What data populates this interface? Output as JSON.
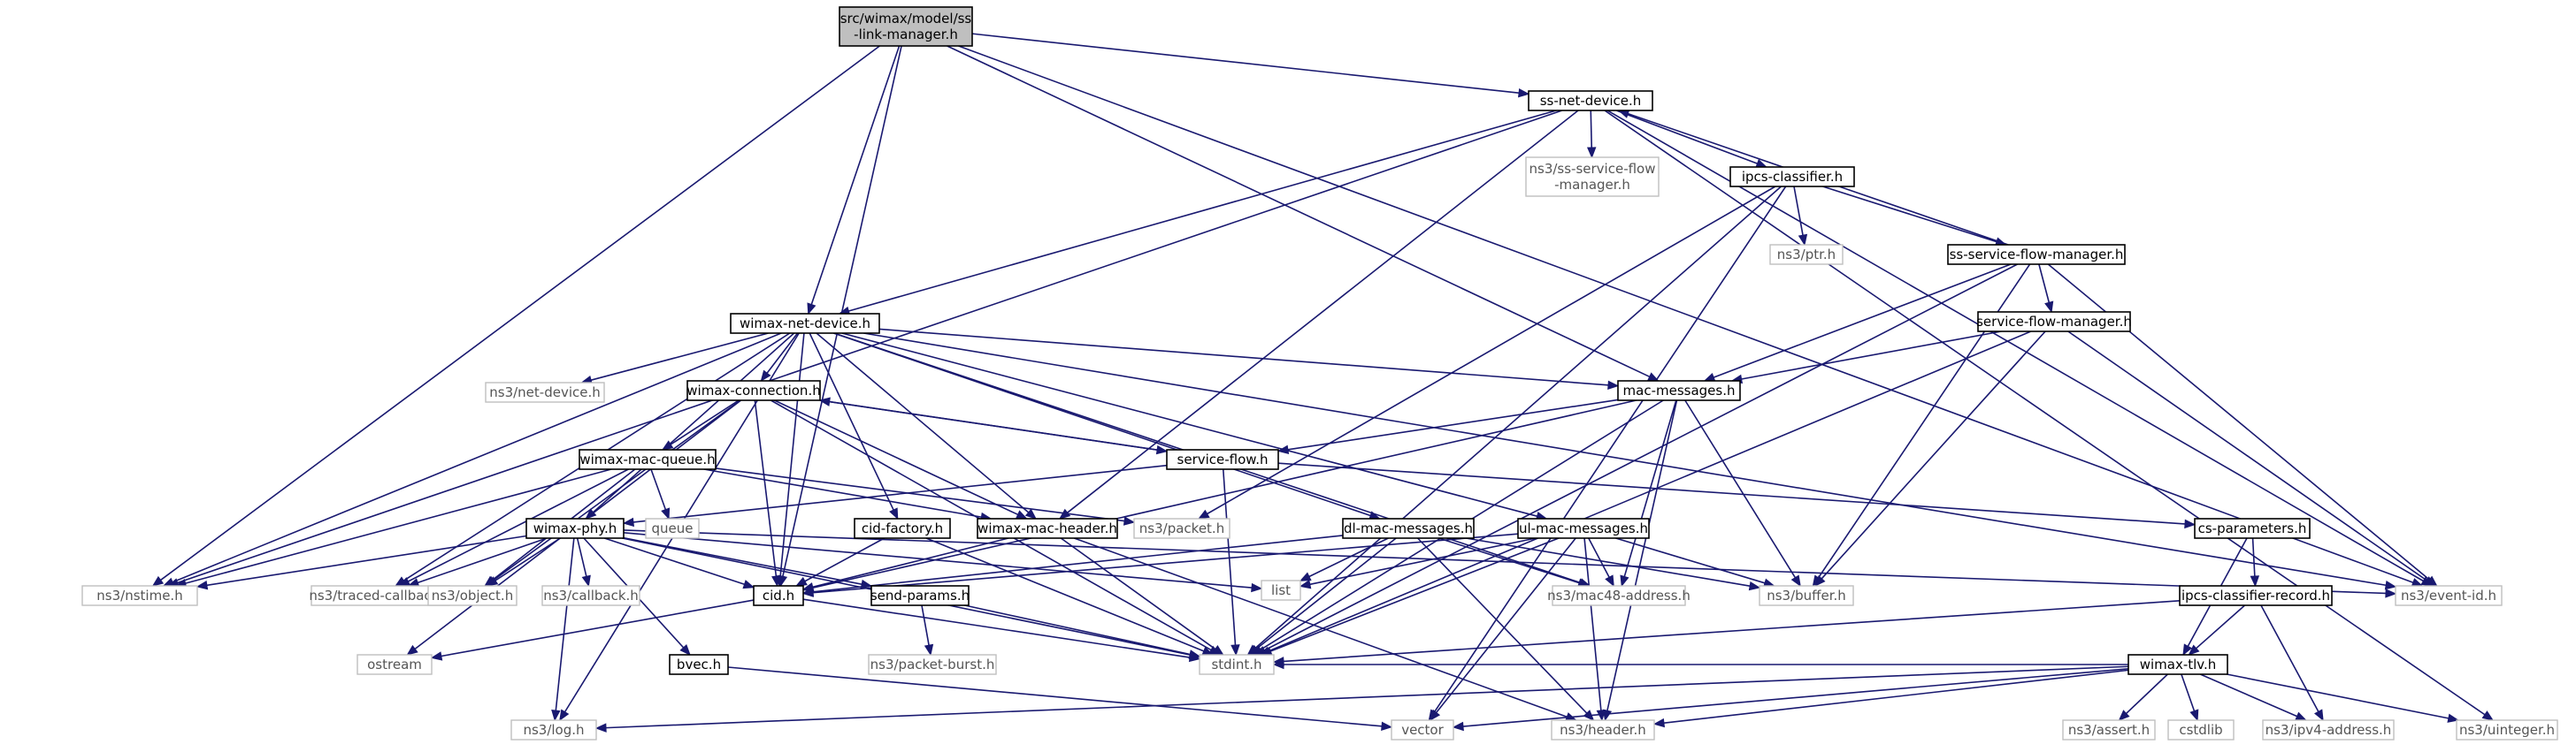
{
  "colors": {
    "edge": "#191970",
    "root_fill": "#bfbfbf",
    "box_stroke": "#000000",
    "ext_stroke": "#bfbfbf"
  },
  "nodes": [
    {
      "id": "root",
      "lines": [
        "src/wimax/model/ss",
        "-link-manager.h"
      ],
      "kind": "root"
    },
    {
      "id": "ssnetdev",
      "lines": [
        "ss-net-device.h"
      ],
      "kind": "file"
    },
    {
      "id": "sssfmgr",
      "lines": [
        "ns3/ss-service-flow",
        "-manager.h"
      ],
      "kind": "external"
    },
    {
      "id": "ipcscls",
      "lines": [
        "ipcs-classifier.h"
      ],
      "kind": "file"
    },
    {
      "id": "ptr",
      "lines": [
        "ns3/ptr.h"
      ],
      "kind": "external"
    },
    {
      "id": "sssfm",
      "lines": [
        "ss-service-flow-manager.h"
      ],
      "kind": "file"
    },
    {
      "id": "sfm",
      "lines": [
        "service-flow-manager.h"
      ],
      "kind": "file"
    },
    {
      "id": "wimaxnet",
      "lines": [
        "wimax-net-device.h"
      ],
      "kind": "file"
    },
    {
      "id": "netdev",
      "lines": [
        "ns3/net-device.h"
      ],
      "kind": "external"
    },
    {
      "id": "wconn",
      "lines": [
        "wimax-connection.h"
      ],
      "kind": "file"
    },
    {
      "id": "macmsg",
      "lines": [
        "mac-messages.h"
      ],
      "kind": "file"
    },
    {
      "id": "sflow",
      "lines": [
        "service-flow.h"
      ],
      "kind": "file"
    },
    {
      "id": "wmq",
      "lines": [
        "wimax-mac-queue.h"
      ],
      "kind": "file"
    },
    {
      "id": "queue",
      "lines": [
        "queue"
      ],
      "kind": "external"
    },
    {
      "id": "cidfac",
      "lines": [
        "cid-factory.h"
      ],
      "kind": "file"
    },
    {
      "id": "wmh",
      "lines": [
        "wimax-mac-header.h"
      ],
      "kind": "file"
    },
    {
      "id": "packet",
      "lines": [
        "ns3/packet.h"
      ],
      "kind": "external"
    },
    {
      "id": "dlmac",
      "lines": [
        "dl-mac-messages.h"
      ],
      "kind": "file"
    },
    {
      "id": "ulmac",
      "lines": [
        "ul-mac-messages.h"
      ],
      "kind": "file"
    },
    {
      "id": "csparam",
      "lines": [
        "cs-parameters.h"
      ],
      "kind": "file"
    },
    {
      "id": "wphy",
      "lines": [
        "wimax-phy.h"
      ],
      "kind": "file"
    },
    {
      "id": "nstime",
      "lines": [
        "ns3/nstime.h"
      ],
      "kind": "external"
    },
    {
      "id": "traced",
      "lines": [
        "ns3/traced-callback.h"
      ],
      "kind": "external"
    },
    {
      "id": "object",
      "lines": [
        "ns3/object.h"
      ],
      "kind": "external"
    },
    {
      "id": "callback",
      "lines": [
        "ns3/callback.h"
      ],
      "kind": "external"
    },
    {
      "id": "cid",
      "lines": [
        "cid.h"
      ],
      "kind": "file"
    },
    {
      "id": "sendp",
      "lines": [
        "send-params.h"
      ],
      "kind": "file"
    },
    {
      "id": "list",
      "lines": [
        "list"
      ],
      "kind": "external"
    },
    {
      "id": "mac48",
      "lines": [
        "ns3/mac48-address.h"
      ],
      "kind": "external"
    },
    {
      "id": "buffer",
      "lines": [
        "ns3/buffer.h"
      ],
      "kind": "external"
    },
    {
      "id": "icr",
      "lines": [
        "ipcs-classifier-record.h"
      ],
      "kind": "file"
    },
    {
      "id": "eventid",
      "lines": [
        "ns3/event-id.h"
      ],
      "kind": "external"
    },
    {
      "id": "ostream",
      "lines": [
        "ostream"
      ],
      "kind": "external"
    },
    {
      "id": "pburst",
      "lines": [
        "ns3/packet-burst.h"
      ],
      "kind": "external"
    },
    {
      "id": "stdint",
      "lines": [
        "stdint.h"
      ],
      "kind": "external"
    },
    {
      "id": "bvec",
      "lines": [
        "bvec.h"
      ],
      "kind": "file"
    },
    {
      "id": "wtlv",
      "lines": [
        "wimax-tlv.h"
      ],
      "kind": "file"
    },
    {
      "id": "log",
      "lines": [
        "ns3/log.h"
      ],
      "kind": "external"
    },
    {
      "id": "vector",
      "lines": [
        "vector"
      ],
      "kind": "external"
    },
    {
      "id": "header",
      "lines": [
        "ns3/header.h"
      ],
      "kind": "external"
    },
    {
      "id": "assert",
      "lines": [
        "ns3/assert.h"
      ],
      "kind": "external"
    },
    {
      "id": "cstdlib",
      "lines": [
        "cstdlib"
      ],
      "kind": "external"
    },
    {
      "id": "ipv4",
      "lines": [
        "ns3/ipv4-address.h"
      ],
      "kind": "external"
    },
    {
      "id": "uinteger",
      "lines": [
        "ns3/uinteger.h"
      ],
      "kind": "external"
    }
  ],
  "edges": [
    [
      "root",
      "ssnetdev"
    ],
    [
      "root",
      "wimaxnet"
    ],
    [
      "root",
      "macmsg"
    ],
    [
      "root",
      "nstime"
    ],
    [
      "root",
      "cid"
    ],
    [
      "root",
      "eventid"
    ],
    [
      "ssnetdev",
      "sssfmgr"
    ],
    [
      "ssnetdev",
      "ipcscls"
    ],
    [
      "ssnetdev",
      "wimaxnet"
    ],
    [
      "ssnetdev",
      "nstime"
    ],
    [
      "ssnetdev",
      "wmh"
    ],
    [
      "ssnetdev",
      "eventid"
    ],
    [
      "ssnetdev",
      "uinteger"
    ],
    [
      "ipcscls",
      "ptr"
    ],
    [
      "ipcscls",
      "sssfm"
    ],
    [
      "ipcscls",
      "packet"
    ],
    [
      "ipcscls",
      "stdint"
    ],
    [
      "ipcscls",
      "vector"
    ],
    [
      "sssfm",
      "ssnetdev"
    ],
    [
      "sssfm",
      "sfm"
    ],
    [
      "sssfm",
      "macmsg"
    ],
    [
      "sssfm",
      "buffer"
    ],
    [
      "sssfm",
      "stdint"
    ],
    [
      "sssfm",
      "eventid"
    ],
    [
      "sfm",
      "macmsg"
    ],
    [
      "sfm",
      "buffer"
    ],
    [
      "sfm",
      "stdint"
    ],
    [
      "sfm",
      "eventid"
    ],
    [
      "wimaxnet",
      "netdev"
    ],
    [
      "wimaxnet",
      "wconn"
    ],
    [
      "wimaxnet",
      "macmsg"
    ],
    [
      "wimaxnet",
      "cidfac"
    ],
    [
      "wimaxnet",
      "dlmac"
    ],
    [
      "wimaxnet",
      "ulmac"
    ],
    [
      "wimaxnet",
      "wphy"
    ],
    [
      "wimaxnet",
      "nstime"
    ],
    [
      "wimaxnet",
      "traced"
    ],
    [
      "wimaxnet",
      "log"
    ],
    [
      "wimaxnet",
      "mac48"
    ],
    [
      "wimaxnet",
      "eventid"
    ],
    [
      "wimaxnet",
      "wmh"
    ],
    [
      "wimaxnet",
      "cid"
    ],
    [
      "wconn",
      "sflow"
    ],
    [
      "wconn",
      "wmq"
    ],
    [
      "wconn",
      "wmh"
    ],
    [
      "wconn",
      "cid"
    ],
    [
      "wconn",
      "object"
    ],
    [
      "wconn",
      "stdint"
    ],
    [
      "wconn",
      "ostream"
    ],
    [
      "macmsg",
      "sflow"
    ],
    [
      "macmsg",
      "cid"
    ],
    [
      "macmsg",
      "mac48"
    ],
    [
      "macmsg",
      "buffer"
    ],
    [
      "macmsg",
      "stdint"
    ],
    [
      "macmsg",
      "header"
    ],
    [
      "sflow",
      "wconn"
    ],
    [
      "sflow",
      "csparam"
    ],
    [
      "sflow",
      "wphy"
    ],
    [
      "sflow",
      "stdint"
    ],
    [
      "wmq",
      "queue"
    ],
    [
      "wmq",
      "packet"
    ],
    [
      "wmq",
      "wmh"
    ],
    [
      "wmq",
      "object"
    ],
    [
      "wmq",
      "traced"
    ],
    [
      "wmq",
      "nstime"
    ],
    [
      "cidfac",
      "cid"
    ],
    [
      "cidfac",
      "stdint"
    ],
    [
      "wmh",
      "cid"
    ],
    [
      "wmh",
      "stdint"
    ],
    [
      "wmh",
      "header"
    ],
    [
      "dlmac",
      "cid"
    ],
    [
      "dlmac",
      "mac48"
    ],
    [
      "dlmac",
      "list"
    ],
    [
      "dlmac",
      "buffer"
    ],
    [
      "dlmac",
      "stdint"
    ],
    [
      "dlmac",
      "header"
    ],
    [
      "ulmac",
      "cid"
    ],
    [
      "ulmac",
      "mac48"
    ],
    [
      "ulmac",
      "list"
    ],
    [
      "ulmac",
      "buffer"
    ],
    [
      "ulmac",
      "stdint"
    ],
    [
      "ulmac",
      "header"
    ],
    [
      "ulmac",
      "vector"
    ],
    [
      "wphy",
      "nstime"
    ],
    [
      "wphy",
      "traced"
    ],
    [
      "wphy",
      "object"
    ],
    [
      "wphy",
      "callback"
    ],
    [
      "wphy",
      "cid"
    ],
    [
      "wphy",
      "sendp"
    ],
    [
      "wphy",
      "list"
    ],
    [
      "wphy",
      "bvec"
    ],
    [
      "wphy",
      "log"
    ],
    [
      "wphy",
      "eventid"
    ],
    [
      "wphy",
      "stdint"
    ],
    [
      "csparam",
      "icr"
    ],
    [
      "csparam",
      "wtlv"
    ],
    [
      "icr",
      "wtlv"
    ],
    [
      "icr",
      "stdint"
    ],
    [
      "icr",
      "ipv4"
    ],
    [
      "cid",
      "ostream"
    ],
    [
      "cid",
      "stdint"
    ],
    [
      "sendp",
      "pburst"
    ],
    [
      "sendp",
      "stdint"
    ],
    [
      "bvec",
      "vector"
    ],
    [
      "wtlv",
      "log"
    ],
    [
      "wtlv",
      "vector"
    ],
    [
      "wtlv",
      "header"
    ],
    [
      "wtlv",
      "assert"
    ],
    [
      "wtlv",
      "cstdlib"
    ],
    [
      "wtlv",
      "ipv4"
    ],
    [
      "wtlv",
      "uinteger"
    ],
    [
      "wtlv",
      "stdint"
    ]
  ]
}
